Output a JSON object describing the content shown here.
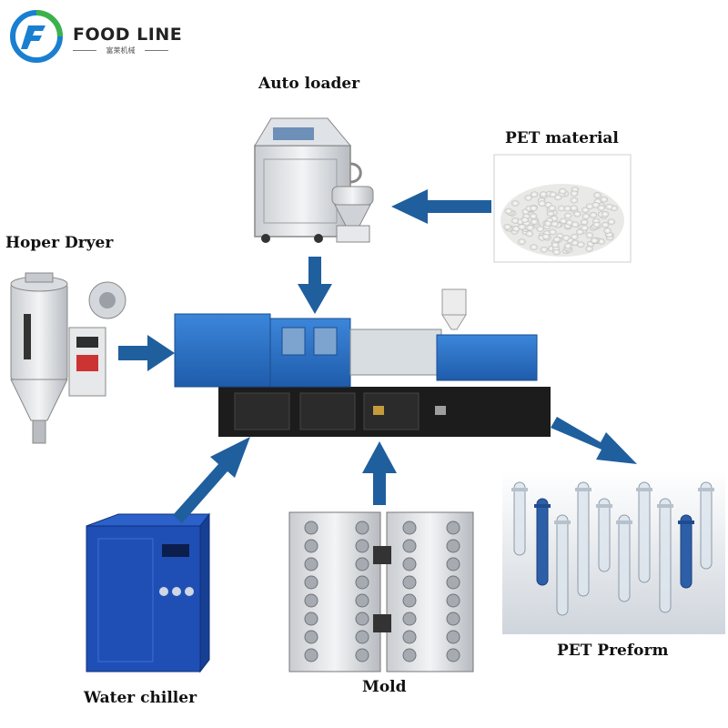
{
  "logo": {
    "brand": "FOOD LINE",
    "subtitle": "富莱机械"
  },
  "labels": {
    "auto_loader": "Auto loader",
    "pet_material": "PET material",
    "hoper_dryer": "Hoper Dryer",
    "water_chiller": "Water chiller",
    "mold": "Mold",
    "pet_preform": "PET Preform"
  },
  "colors": {
    "arrow": "#1f5f9e",
    "machine_blue": "#2f73c8",
    "machine_dark": "#1c1c1c",
    "logo_blue": "#1b7fd1",
    "logo_green": "#3bb34a"
  }
}
